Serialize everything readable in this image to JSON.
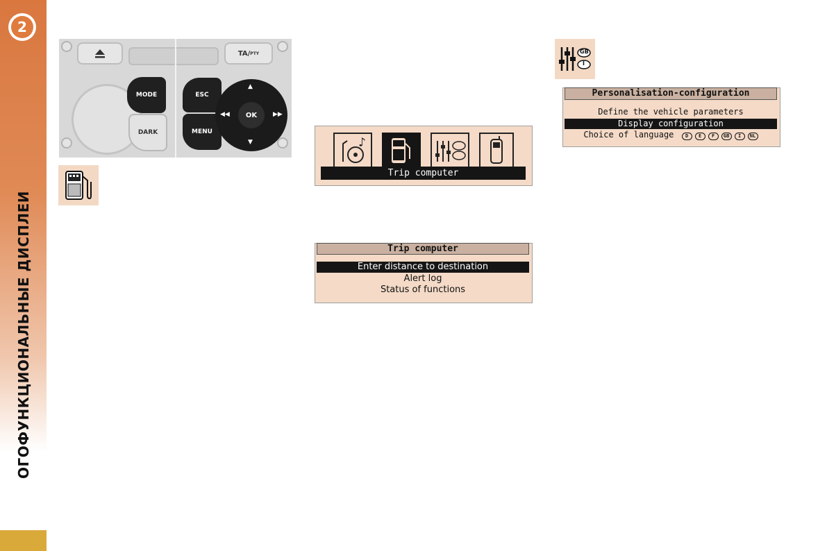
{
  "chapter": {
    "number": "2",
    "title": "ОГОФУНКЦИОНАЛЬНЫЕ ДИСПЛЕИ"
  },
  "radio_panel": {
    "labels": {
      "ta_pty": "TA/",
      "ta_pty_small": "PTY",
      "mode": "MODE",
      "dark": "DARK",
      "esc": "ESC",
      "menu": "MENU",
      "ok": "OK"
    },
    "icons": [
      "eject-icon",
      "arrow-up-icon",
      "arrow-down-icon",
      "rewind-icon",
      "fast-forward-icon"
    ]
  },
  "trip_icon": {
    "icon": "fuel-pump-trip-computer-icon"
  },
  "main_menu_screen": {
    "icons": [
      "audio-cd-icon",
      "trip-computer-icon",
      "personalisation-config-icon",
      "telephone-icon"
    ],
    "selected_label": "Trip computer"
  },
  "trip_computer_screen": {
    "title": "Trip computer",
    "items": [
      {
        "label": "Enter distance to destination",
        "selected": true
      },
      {
        "label": "Alert log",
        "selected": false
      },
      {
        "label": "Status of functions",
        "selected": false
      }
    ]
  },
  "config_icon": {
    "icon": "settings-language-icon",
    "badges": [
      "GB",
      "I"
    ]
  },
  "personalisation_screen": {
    "title": "Personalisation-configuration",
    "items": [
      {
        "label": "Define the vehicle parameters",
        "selected": false
      },
      {
        "label": "Display configuration",
        "selected": true
      },
      {
        "label": "Choice of language",
        "selected": false
      }
    ],
    "language_codes": [
      "D",
      "E",
      "F",
      "GB",
      "I",
      "NL"
    ]
  },
  "colors": {
    "accent_orange": "#d9773f",
    "tab_gold": "#d9a93a",
    "lcd_bg": "#f4dac7"
  }
}
